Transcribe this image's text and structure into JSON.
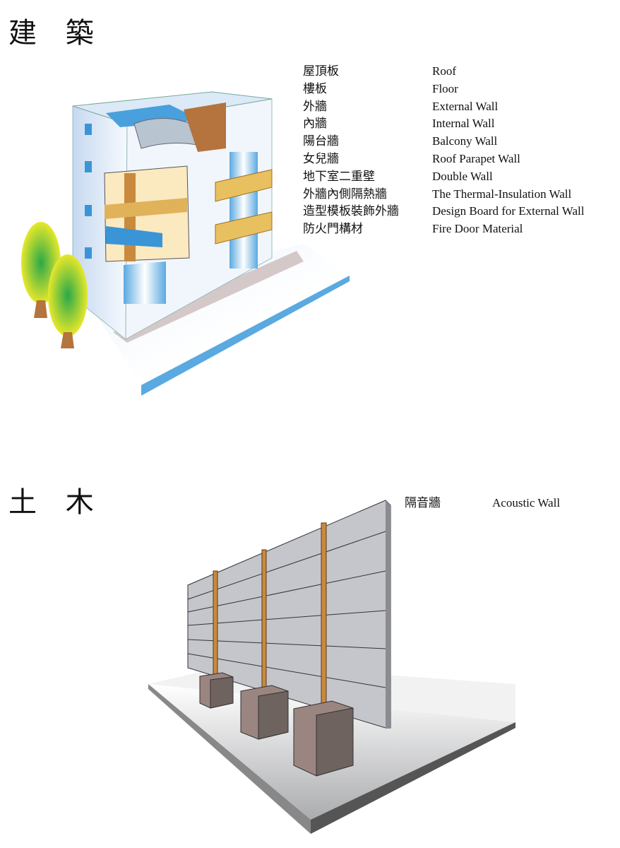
{
  "sections": {
    "architecture": {
      "title": "建 築",
      "items": [
        {
          "zh": "屋頂板",
          "en": "Roof"
        },
        {
          "zh": "樓板",
          "en": "Floor"
        },
        {
          "zh": "外牆",
          "en": "External Wall"
        },
        {
          "zh": "內牆",
          "en": "Internal Wall"
        },
        {
          "zh": "陽台牆",
          "en": "Balcony Wall"
        },
        {
          "zh": "女兒牆",
          "en": "Roof Parapet Wall"
        },
        {
          "zh": "地下室二重壁",
          "en": "Double Wall"
        },
        {
          "zh": "外牆內側隔熱牆",
          "en": "The Thermal-Insulation Wall"
        },
        {
          "zh": "造型模板裝飾外牆",
          "en": "Design Board for External Wall"
        },
        {
          "zh": "防火門構材",
          "en": "Fire Door Material"
        }
      ]
    },
    "civil": {
      "title": "土 木",
      "items": [
        {
          "zh": "隔音牆",
          "en": "Acoustic Wall"
        }
      ]
    }
  },
  "colors": {
    "wall_blue": "#cfe0f5",
    "sky_blue": "#5aa9e0",
    "wood": "#c98a3e",
    "panel_gray": "#c4c6cc",
    "pier": "#9a8580"
  }
}
